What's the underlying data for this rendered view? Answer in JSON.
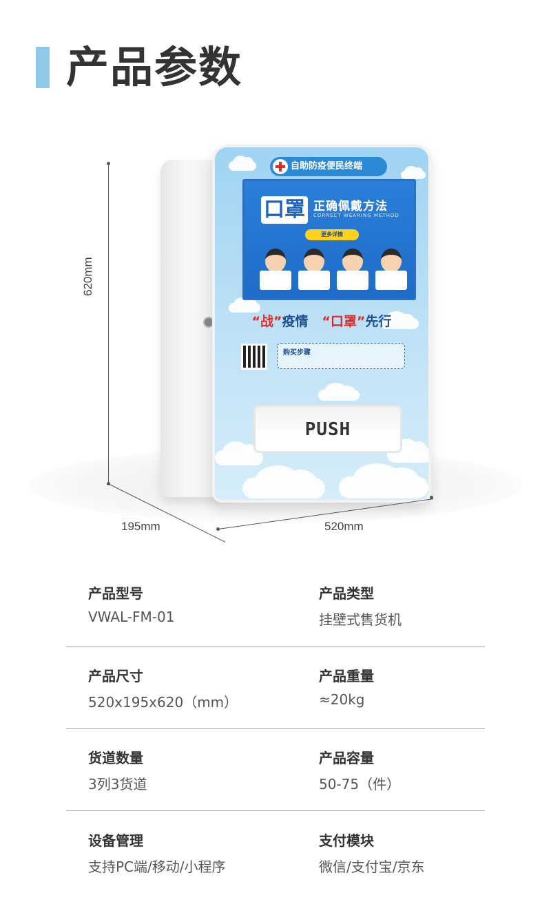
{
  "header": {
    "title": "产品参数"
  },
  "product_image": {
    "banner": "自助防疫便民终端",
    "screen": {
      "big": "口罩",
      "subtitle": "正确佩戴方法",
      "english": "CORRECT WEARING METHOD",
      "button": "更多详情"
    },
    "slogan_left": "“战”",
    "slogan_left_rest": "疫情",
    "slogan_right": "“口罩”",
    "slogan_right_rest": "先行",
    "steps_label": "购买步骤",
    "push": "PUSH"
  },
  "dimensions": {
    "height": "620mm",
    "depth": "195mm",
    "width": "520mm"
  },
  "specs": [
    {
      "left_label": "产品型号",
      "left_value": "VWAL-FM-01",
      "right_label": "产品类型",
      "right_value": "挂壁式售货机"
    },
    {
      "left_label": "产品尺寸",
      "left_value": "520x195x620（mm）",
      "right_label": "产品重量",
      "right_value": "≈20kg"
    },
    {
      "left_label": "货道数量",
      "left_value": "3列3货道",
      "right_label": "产品容量",
      "right_value": "50-75（件）"
    },
    {
      "left_label": "设备管理",
      "left_value": "支持PC端/移动/小程序",
      "right_label": "支付模块",
      "right_value": "微信/支付宝/京东"
    }
  ],
  "colors": {
    "accent_bar": "#8ec9e8",
    "panel_blue": "#9fd3f2",
    "screen_blue": "#1e6cc9",
    "alert_red": "#e02a2a"
  }
}
